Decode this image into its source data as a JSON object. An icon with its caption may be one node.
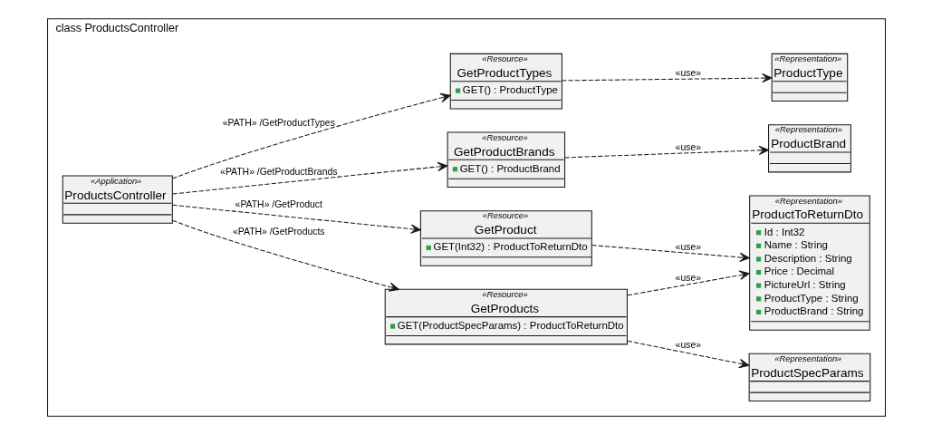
{
  "diagram": {
    "nodes": [
      {
        "text": [
          "class ProductsController"
        ]
      },
      {
        "text": [
          "«Application»",
          "ProductsController"
        ],
        "in": 0
      },
      {
        "text": [
          "«Resource»",
          "GetProductTypes",
          "GET() : ProductType"
        ],
        "in": 0
      },
      {
        "text": [
          "«Resource»",
          "GetProductBrands",
          "GET() : ProductBrand"
        ],
        "in": 0
      },
      {
        "text": [
          "«Resource»",
          "GetProduct",
          "GET(Int32) : ProductToReturnDto"
        ],
        "in": 0
      },
      {
        "text": [
          "«Resource»",
          "GetProducts",
          "GET(ProductSpecParams) : ProductToReturnDto"
        ],
        "in": 0
      },
      {
        "text": [
          "«Representation»",
          "ProductType"
        ],
        "in": 0
      },
      {
        "text": [
          "«Representation»",
          "ProductBrand"
        ],
        "in": 0
      },
      {
        "text": [
          "«Representation»",
          "ProductToReturnDto",
          "Id : Int32",
          "Name : String",
          "Description : String",
          "Price : Decimal",
          "PictureUrl : String",
          "ProductType : String",
          "ProductBrand : String"
        ],
        "in": 0
      },
      {
        "text": [
          "«Representation»",
          "ProductSpecParams"
        ],
        "in": 0
      }
    ],
    "edges": [
      {
        "from": 1,
        "to": 2,
        "arrow": "to",
        "style": "dashed",
        "label": "«PATH» /GetProductTypes"
      },
      {
        "from": 1,
        "to": 3,
        "arrow": "to",
        "style": "dashed",
        "label": "«PATH» /GetProductBrands"
      },
      {
        "from": 1,
        "to": 4,
        "arrow": "to",
        "style": "dashed",
        "label": "«PATH» /GetProduct"
      },
      {
        "from": 1,
        "to": 5,
        "arrow": "to",
        "style": "dashed",
        "label": "«PATH» /GetProducts"
      },
      {
        "from": 2,
        "to": 6,
        "arrow": "to",
        "style": "dashed",
        "label": "«use»"
      },
      {
        "from": 3,
        "to": 7,
        "arrow": "to",
        "style": "dashed",
        "label": "«use»"
      },
      {
        "from": 4,
        "to": 8,
        "arrow": "to",
        "style": "dashed",
        "label": "«use»"
      },
      {
        "from": 5,
        "to": 8,
        "arrow": "to",
        "style": "dashed",
        "label": "«use»"
      },
      {
        "from": 5,
        "to": 9,
        "arrow": "to",
        "style": "dashed",
        "label": "«use»"
      }
    ]
  }
}
